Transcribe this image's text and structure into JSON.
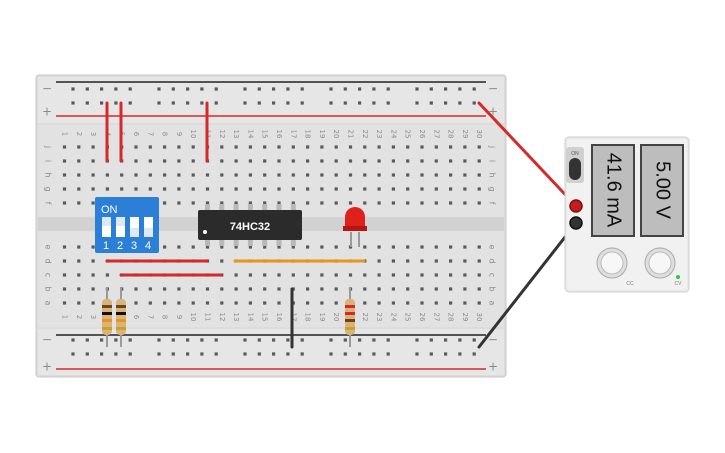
{
  "breadboard": {
    "columns": [
      "1",
      "2",
      "3",
      "4",
      "5",
      "6",
      "7",
      "8",
      "9",
      "10",
      "11",
      "12",
      "13",
      "14",
      "15",
      "16",
      "17",
      "18",
      "19",
      "20",
      "21",
      "22",
      "23",
      "24",
      "25",
      "26",
      "27",
      "28",
      "29",
      "30"
    ],
    "rows_top": [
      "j",
      "i",
      "h",
      "g",
      "f"
    ],
    "rows_bottom": [
      "e",
      "d",
      "c",
      "b",
      "a"
    ],
    "rail_plus": "+",
    "rail_minus": "−"
  },
  "dip_switch": {
    "on_label": "ON",
    "switch_labels": [
      "1",
      "2",
      "3",
      "4"
    ]
  },
  "chip": {
    "label": "74HC32"
  },
  "power_supply": {
    "voltage_display": "5.00 V",
    "current_display": "41.6 mA",
    "toggle_label": "ON",
    "knob_labels": [
      "CC",
      "CV"
    ]
  },
  "colors": {
    "board": "#e4e4e4",
    "wire_red": "#d42a2a",
    "wire_black": "#333333",
    "wire_orange": "#e8951e",
    "dip_blue": "#2c7fd6",
    "chip_body": "#2b2b2b",
    "led_red": "#e0211b"
  }
}
